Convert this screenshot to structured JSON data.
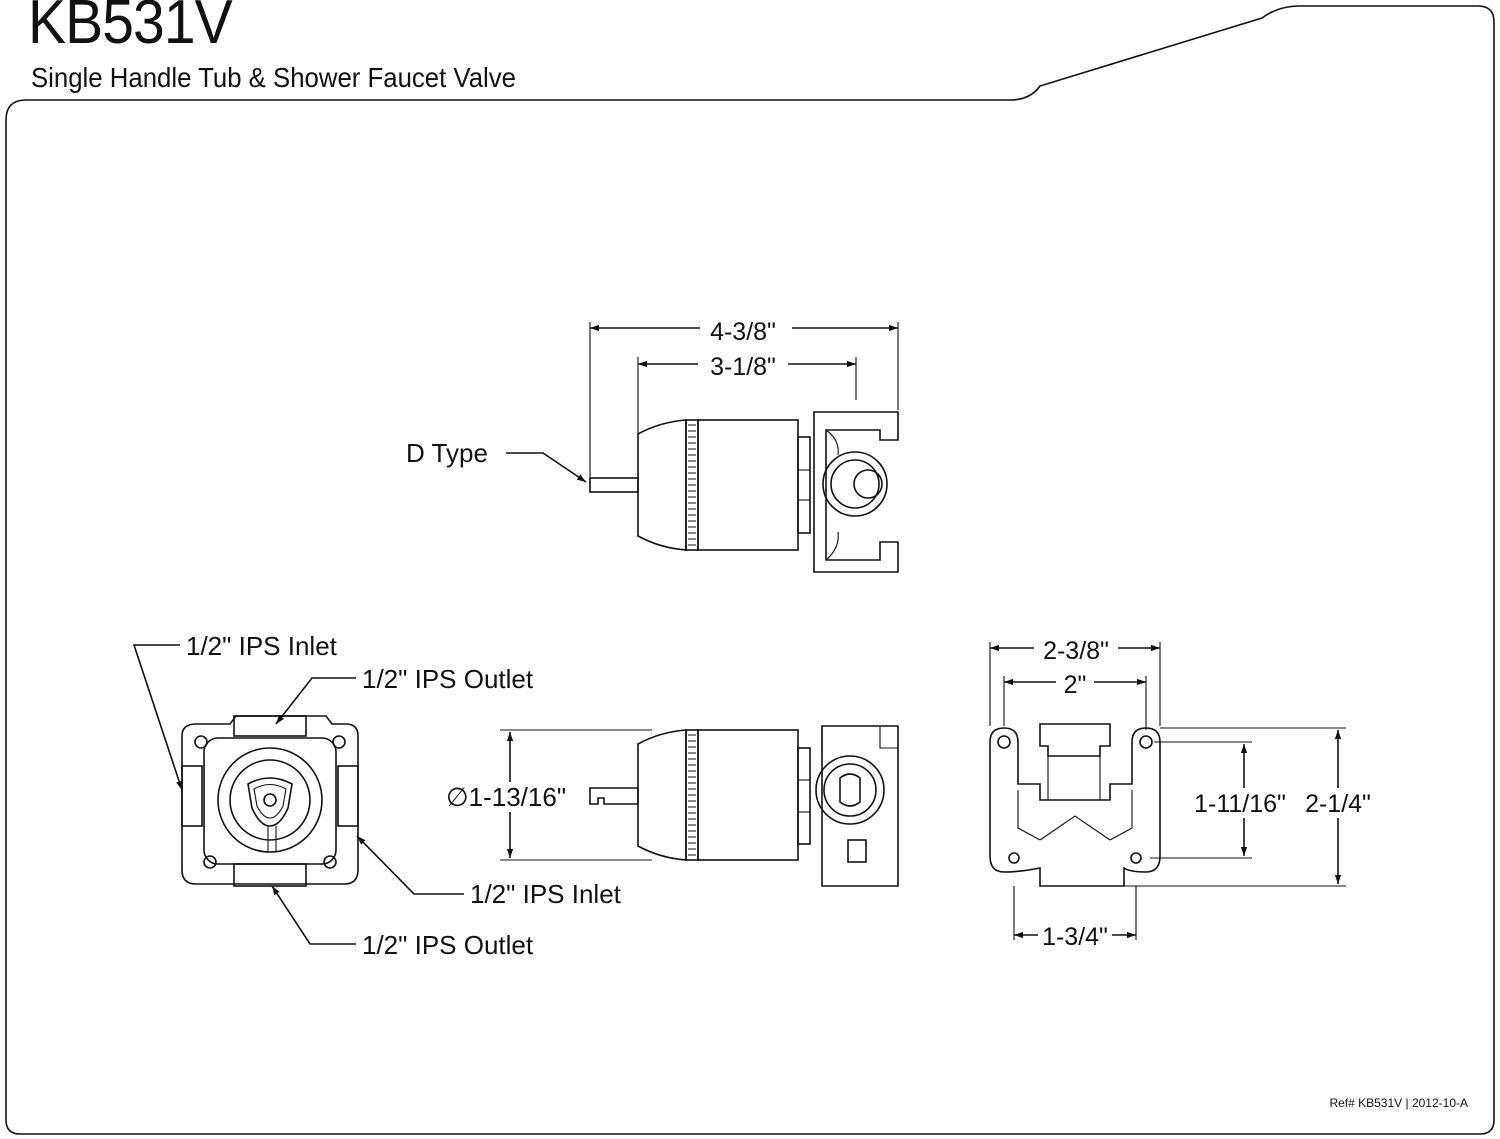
{
  "header": {
    "model": "KB531V",
    "subtitle": "Single Handle Tub & Shower Faucet Valve"
  },
  "top_view": {
    "dim_overall": "4-3/8\"",
    "dim_body": "3-1/8\"",
    "cartridge_label": "D Type"
  },
  "front_view": {
    "inlet_left": "1/2\" IPS Inlet",
    "outlet_top": "1/2\" IPS Outlet",
    "inlet_right": "1/2\" IPS Inlet",
    "outlet_bottom": "1/2\" IPS Outlet"
  },
  "side_view": {
    "dim_diameter": "∅1-13/16\""
  },
  "back_view": {
    "dim_overall_width": "2-3/8\"",
    "dim_hole_spacing": "2\"",
    "dim_hole_height": "1-11/16\"",
    "dim_overall_height": "2-1/4\"",
    "dim_bottom_width": "1-3/4\""
  },
  "footer": {
    "ref": "Ref# KB531V",
    "revision": "2012-10-A"
  }
}
